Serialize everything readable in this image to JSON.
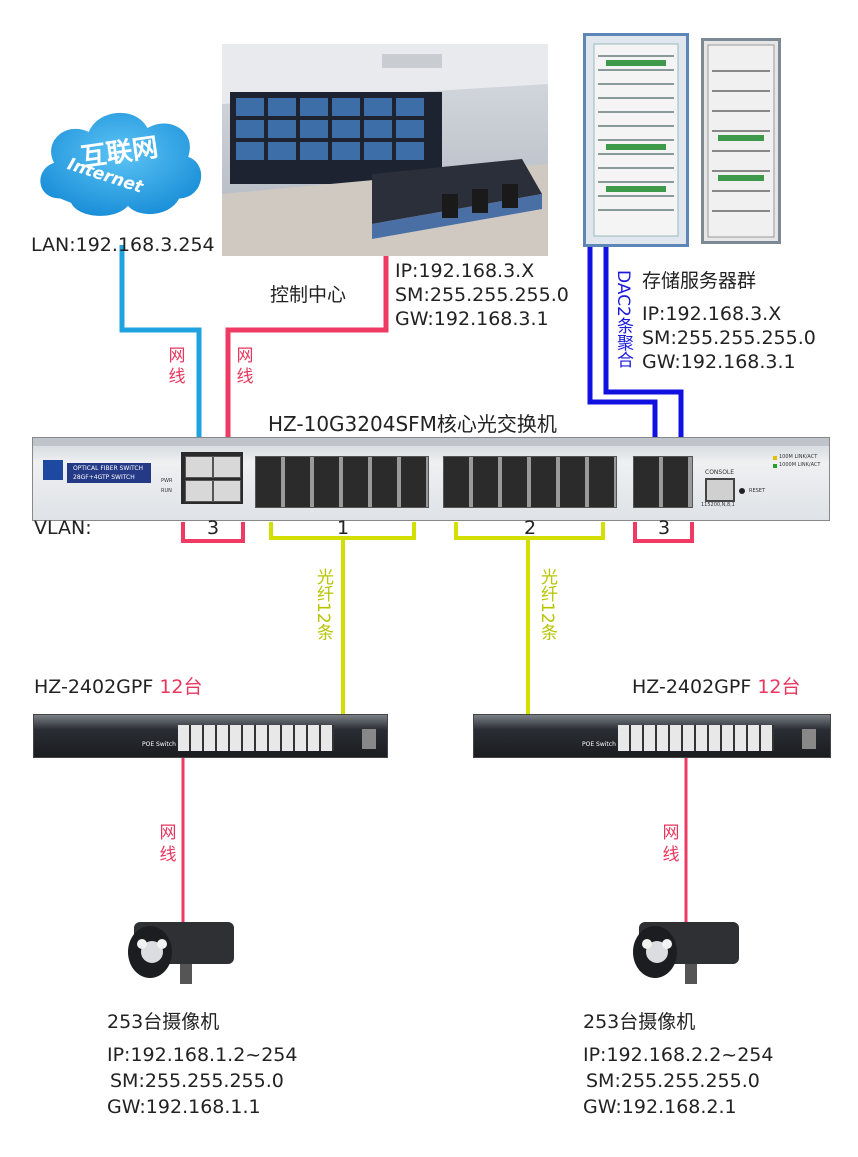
{
  "internet": {
    "title": "互联网",
    "subtitle": "Internet",
    "lan": "LAN:192.168.3.254"
  },
  "control_center": {
    "name": "控制中心",
    "ip": "IP:192.168.3.X",
    "sm": "SM:255.255.255.0",
    "gw": "GW:192.168.3.1"
  },
  "storage": {
    "name": "存储服务器群",
    "ip": "IP:192.168.3.X",
    "sm": "SM:255.255.255.0",
    "gw": "GW:192.168.3.1",
    "link": "DAC2条聚合"
  },
  "cable_labels": {
    "net1": "网",
    "net2": "线",
    "fiber": "光纤12条"
  },
  "core_switch": {
    "title": "HZ-10G3204SFM核心光交换机",
    "badge": "OPTICAL FIBER SWITCH",
    "badge_sub": "28GF+4GTP SWITCH",
    "console": "CONSOLE",
    "reset": "RESET",
    "baud": "115200,N,8,1",
    "led1": "100M LINK/ACT",
    "led2": "1000M LINK/ACT",
    "pwr": "PWR",
    "run": "RUN"
  },
  "vlan": {
    "label": "VLAN:",
    "groups": [
      "3",
      "1",
      "2",
      "3"
    ]
  },
  "access_switch": {
    "model": "HZ-2402GPF",
    "count": "12台",
    "panel": "POE Switch"
  },
  "cameras": [
    {
      "title": "253台摄像机",
      "ip": "IP:192.168.1.2~254",
      "sm": "SM:255.255.255.0",
      "gw": "GW:192.168.1.1"
    },
    {
      "title": "253台摄像机",
      "ip": "IP:192.168.2.2~254",
      "sm": "SM:255.255.255.0",
      "gw": "GW:192.168.2.1"
    }
  ],
  "colors": {
    "internet_cable": "#1fa3e0",
    "lan_cable": "#ef3b63",
    "fiber_cable": "#d2df00",
    "dac_cable": "#1010e0"
  }
}
